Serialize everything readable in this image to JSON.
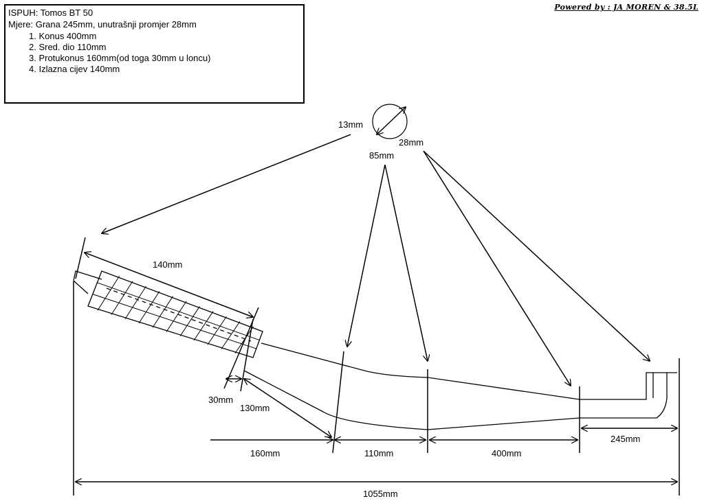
{
  "info": {
    "title": "ISPUH: Tomos BT 50",
    "dimensions": "Mjere: Grana 245mm, unutrašnji promjer 28mm",
    "items": [
      "1. Konus 400mm",
      "2. Sred. dio 110mm",
      "3. Protukonus 160mm(od toga 30mm u loncu)",
      "4. Izlazna cijev 140mm"
    ]
  },
  "credit": "Powered by : JA MOREN & 38.5L",
  "labels": {
    "d13": "13mm",
    "d28": "28mm",
    "d85": "85mm",
    "l140": "140mm",
    "l30": "30mm",
    "l130": "130mm",
    "l160": "160mm",
    "l110": "110mm",
    "l400": "400mm",
    "l245": "245mm",
    "total": "1055mm"
  }
}
